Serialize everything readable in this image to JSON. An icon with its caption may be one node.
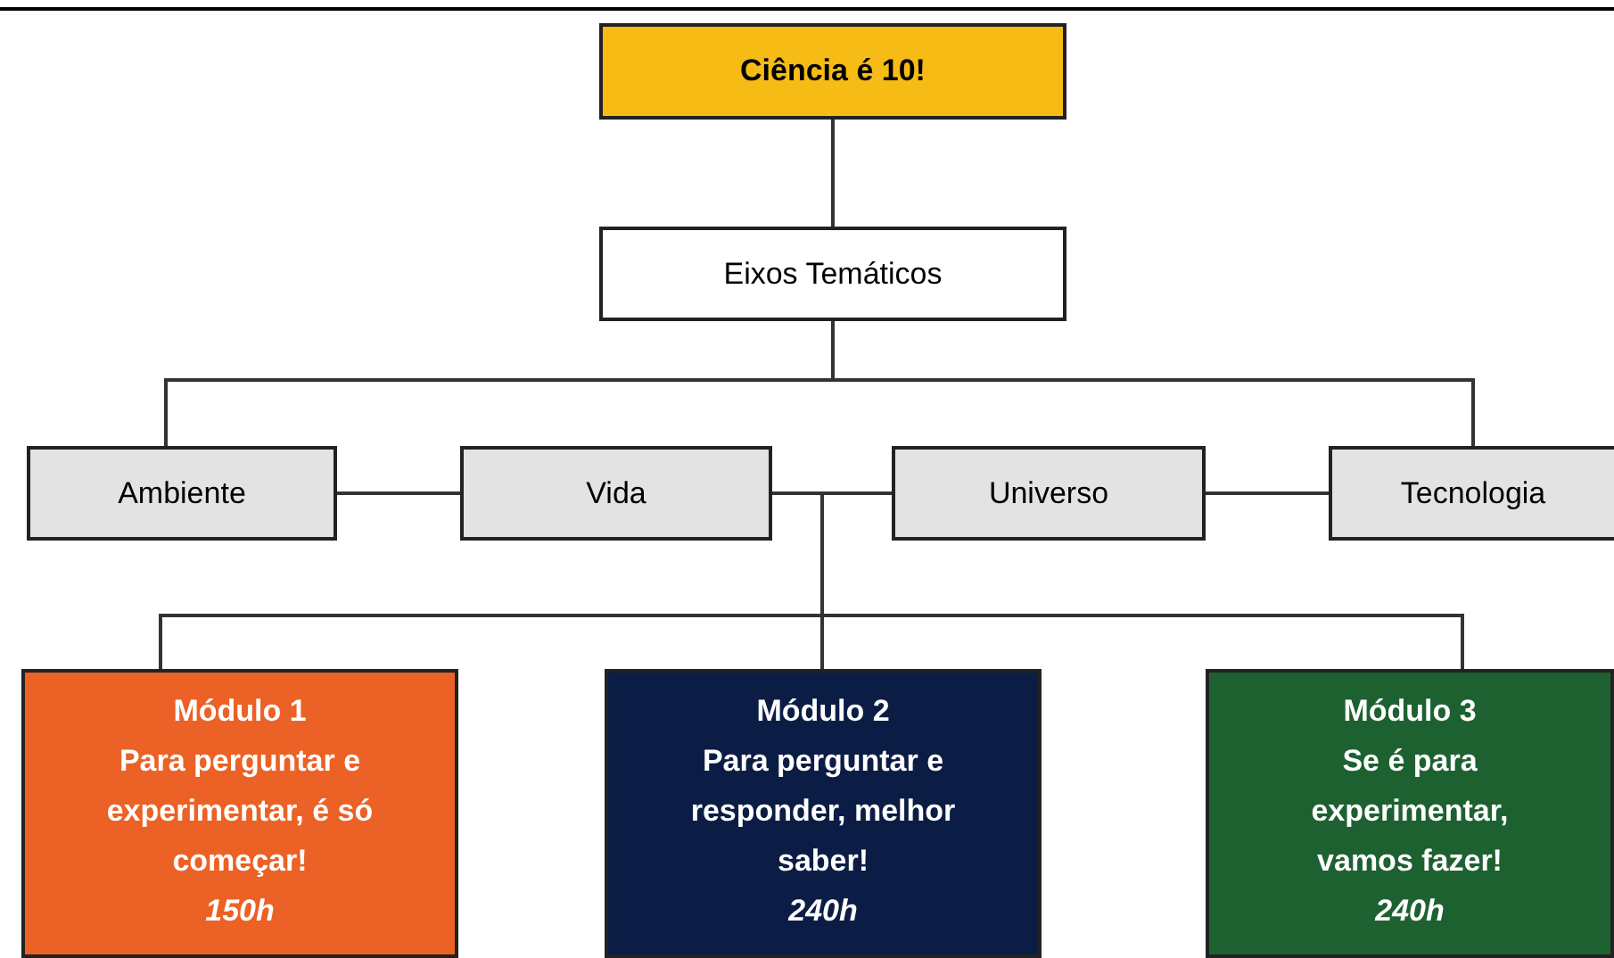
{
  "diagram": {
    "nodes": [
      {
        "text": [
          "Ciência é 10!"
        ]
      },
      {
        "text": [
          "Eixos Temáticos"
        ]
      },
      {
        "text": [
          "Ambiente"
        ]
      },
      {
        "text": [
          "Vida"
        ]
      },
      {
        "text": [
          "Universo"
        ]
      },
      {
        "text": [
          "Tecnologia"
        ]
      },
      {
        "text": [
          "Módulo 1",
          "Para perguntar e experimentar, é só começar!",
          "150h"
        ]
      },
      {
        "text": [
          "Módulo 2",
          "Para perguntar e responder, melhor saber!",
          "240h"
        ]
      },
      {
        "text": [
          "Módulo 3",
          "Se é para experimentar, vamos fazer!",
          "240h"
        ]
      }
    ],
    "edges": [
      {
        "from": 0,
        "to": 1,
        "arrow": "none"
      },
      {
        "from": 1,
        "to": 2,
        "arrow": "none"
      },
      {
        "from": 1,
        "to": 5,
        "arrow": "none"
      },
      {
        "from": 2,
        "to": 3,
        "arrow": "none"
      },
      {
        "from": 3,
        "to": 4,
        "arrow": "none"
      },
      {
        "from": 4,
        "to": 5,
        "arrow": "none"
      },
      {
        "from": 3,
        "to": 6,
        "arrow": "none"
      },
      {
        "from": 3,
        "to": 7,
        "arrow": "none"
      },
      {
        "from": 3,
        "to": 8,
        "arrow": "none"
      }
    ]
  }
}
